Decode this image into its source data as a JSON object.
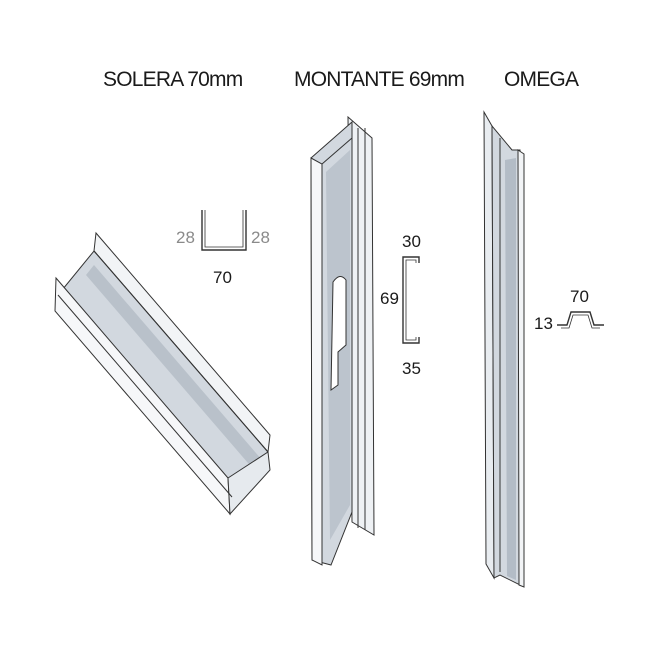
{
  "colors": {
    "edge": "#333333",
    "face_light": "#f3f5f7",
    "face_mid": "#d3d9e0",
    "face_dark": "#a9b1bb",
    "dim_grey": "#8a8a8a"
  },
  "profiles": [
    {
      "title": "SOLERA 70mm",
      "dims": {
        "left": "28",
        "right": "28",
        "bottom": "70"
      }
    },
    {
      "title": "MONTANTE 69mm",
      "dims": {
        "top": "30",
        "side": "69",
        "bottom": "35"
      }
    },
    {
      "title": "OMEGA",
      "dims": {
        "left": "13",
        "top": "70"
      }
    }
  ]
}
